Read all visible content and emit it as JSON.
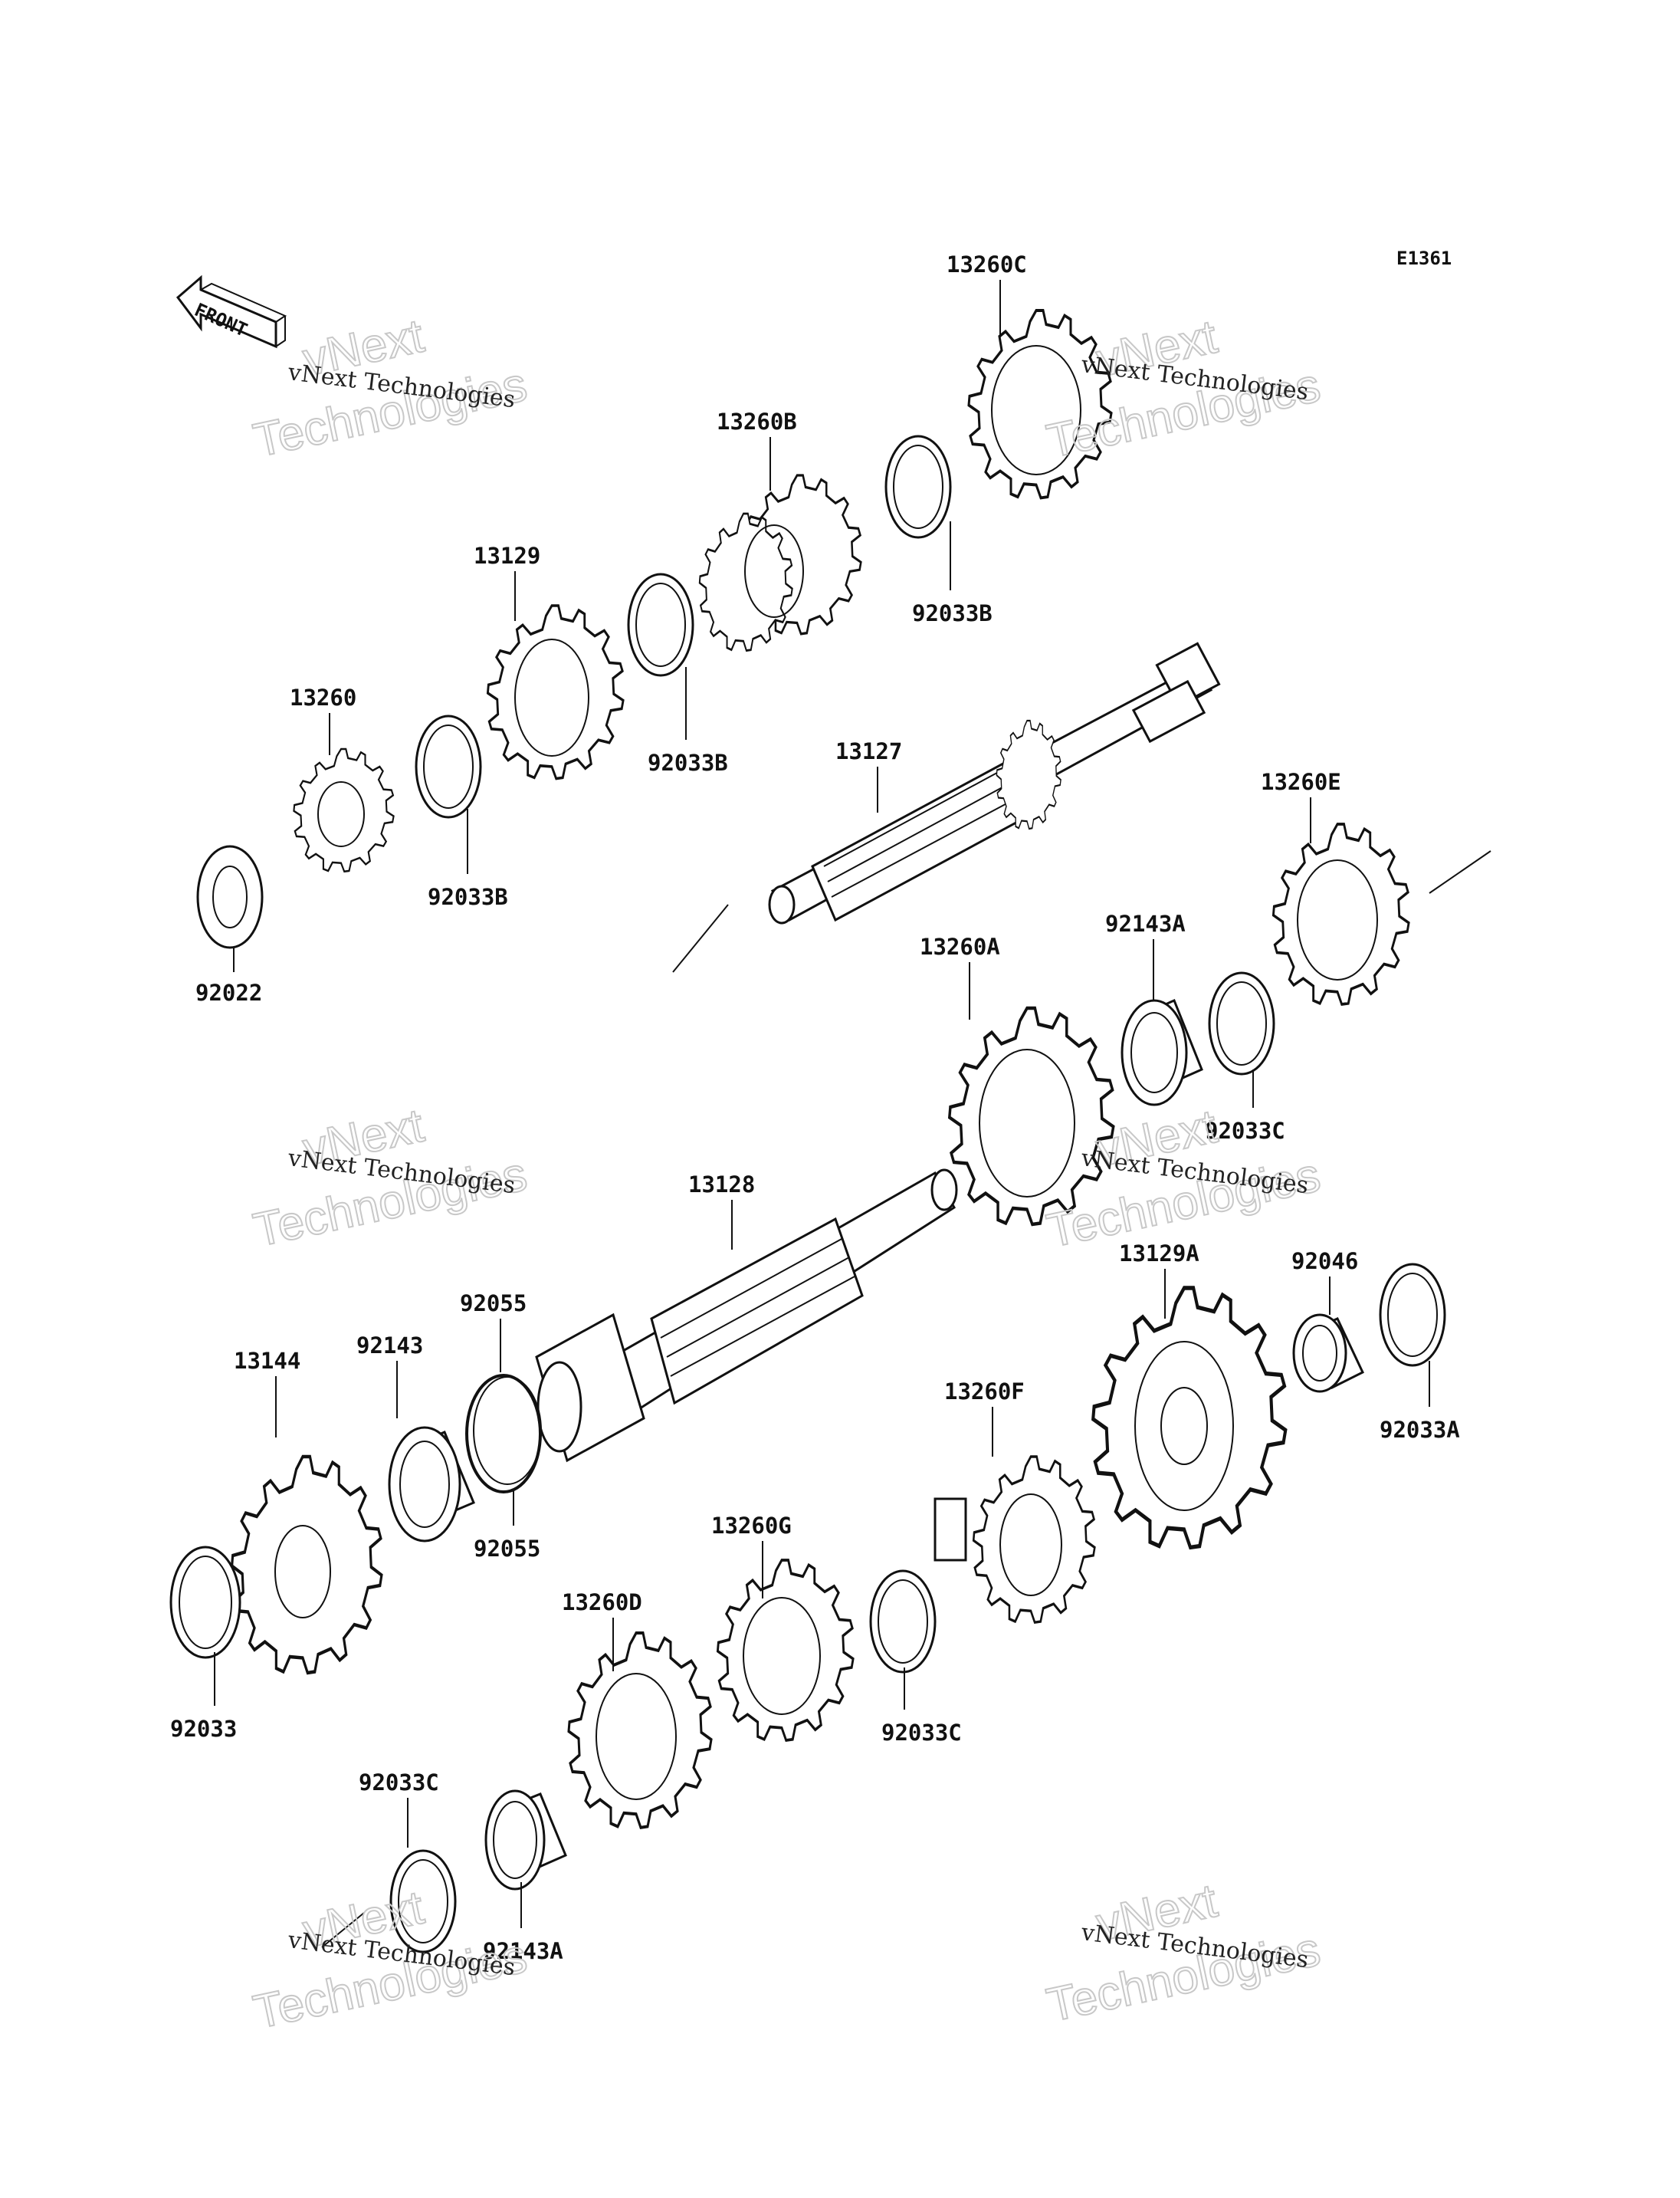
{
  "diagram": {
    "code": "E1361",
    "front_label": "FRONT"
  },
  "watermark": {
    "name": "vNext Technologies",
    "ghost_line1": "vNext",
    "ghost_line2": "Technologies"
  },
  "parts": {
    "p13260C": "13260C",
    "p13260B": "13260B",
    "p92033B_top": "92033B",
    "p13129": "13129",
    "p92033B_mid": "92033B",
    "p13260": "13260",
    "p92033B_left": "92033B",
    "p92022": "92022",
    "p13127": "13127",
    "p13260E": "13260E",
    "p92143A_upper": "92143A",
    "p13260A": "13260A",
    "p92033C_upper": "92033C",
    "p13128": "13128",
    "p92055_top": "92055",
    "p92143": "92143",
    "p13144": "13144",
    "p92055_bottom": "92055",
    "p13129A": "13129A",
    "p92046": "92046",
    "p92033A": "92033A",
    "p13260F": "13260F",
    "p13260G": "13260G",
    "p92033C_mid": "92033C",
    "p13260D": "13260D",
    "p92033": "92033",
    "p92033C_lower": "92033C",
    "p92143A_lower": "92143A"
  }
}
